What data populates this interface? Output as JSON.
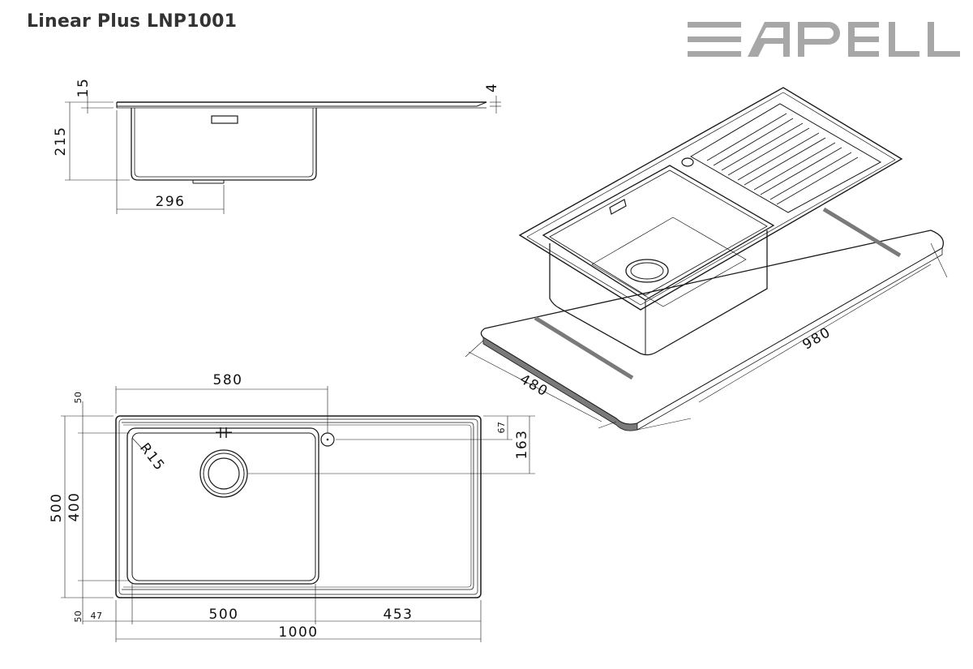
{
  "title": "Linear Plus LNP1001",
  "logo": {
    "text": "APELL"
  },
  "colors": {
    "line": "#1a1a1a",
    "logo": "#a7a7a7",
    "title": "#333333",
    "hatch": "#7a7a7a"
  },
  "side_view": {
    "rim_height": "15",
    "depth": "215",
    "bowl_width": "296",
    "drainer_thickness": "4"
  },
  "top_view": {
    "bowl_length": "580",
    "edge_top": "50",
    "edge_bottom": "50",
    "overall_depth": "500",
    "bowl_depth": "400",
    "corner_radius": "R15",
    "tap_hole_offset": "67",
    "tap_hole_to_drain": "163",
    "left_edge": "47",
    "bowl_inner": "500",
    "drainer_length": "453",
    "overall_length": "1000"
  },
  "iso_view": {
    "cutout_length": "980",
    "cutout_depth": "480"
  }
}
